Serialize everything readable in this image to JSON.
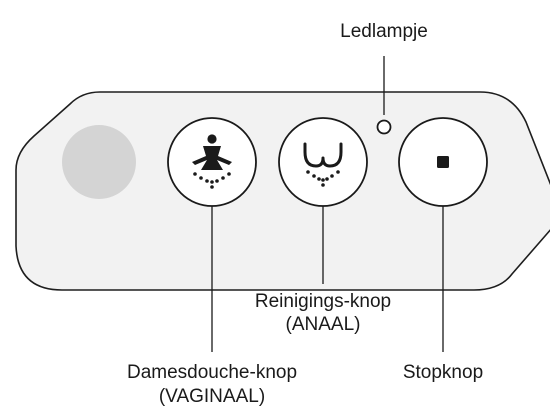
{
  "labels": {
    "led": "Ledlampje",
    "cleaning_line1": "Reinigings-knop",
    "cleaning_line2": "(ANAAL)",
    "ladies_line1": "Damesdouche-knop",
    "ladies_line2": "(VAGINAAL)",
    "stop": "Stopknop"
  },
  "icons": {
    "ladies_button": "woman-spray-icon",
    "cleaning_button": "buttocks-spray-icon",
    "stop_button": "stop-square-icon",
    "sensor": "sensor-circle",
    "led": "led-indicator"
  },
  "colors": {
    "panel_fill": "#f2f2f2",
    "panel_stroke": "#1e1e1e",
    "sensor_fill": "#d4d4d4",
    "button_fill": "#ffffff",
    "ink": "#1a1a1a"
  }
}
